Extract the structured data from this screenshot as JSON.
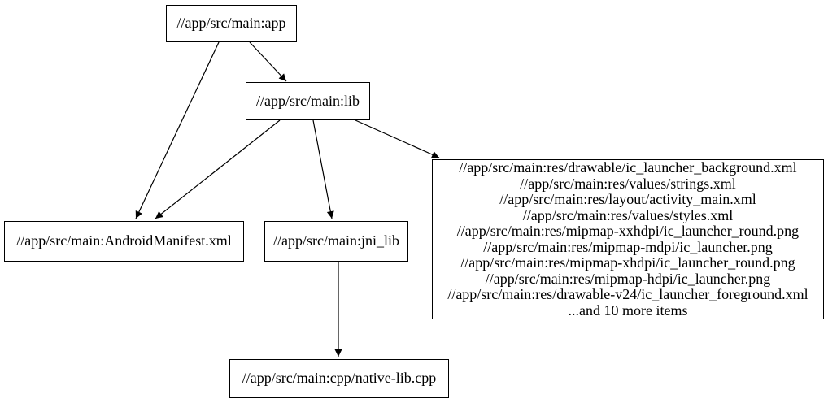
{
  "diagram": {
    "type": "dependency-graph",
    "background_color": "#ffffff",
    "node_border_color": "#000000",
    "node_fill_color": "#ffffff",
    "text_color": "#000000",
    "edge_color": "#000000",
    "nodes": {
      "app": {
        "label": "//app/src/main:app"
      },
      "lib": {
        "label": "//app/src/main:lib"
      },
      "manifest": {
        "label": "//app/src/main:AndroidManifest.xml"
      },
      "jni_lib": {
        "label": "//app/src/main:jni_lib"
      },
      "res_group": {
        "label_lines": [
          "//app/src/main:res/drawable/ic_launcher_background.xml",
          "//app/src/main:res/values/strings.xml",
          "//app/src/main:res/layout/activity_main.xml",
          "//app/src/main:res/values/styles.xml",
          "//app/src/main:res/mipmap-xxhdpi/ic_launcher_round.png",
          "//app/src/main:res/mipmap-mdpi/ic_launcher.png",
          "//app/src/main:res/mipmap-xhdpi/ic_launcher_round.png",
          "//app/src/main:res/mipmap-hdpi/ic_launcher.png",
          "//app/src/main:res/drawable-v24/ic_launcher_foreground.xml",
          "...and 10 more items"
        ]
      },
      "native_cpp": {
        "label": "//app/src/main:cpp/native-lib.cpp"
      }
    },
    "edges": [
      {
        "from": "app",
        "to": "manifest"
      },
      {
        "from": "app",
        "to": "lib"
      },
      {
        "from": "lib",
        "to": "manifest"
      },
      {
        "from": "lib",
        "to": "jni_lib"
      },
      {
        "from": "lib",
        "to": "res_group"
      },
      {
        "from": "jni_lib",
        "to": "native_cpp"
      }
    ]
  }
}
